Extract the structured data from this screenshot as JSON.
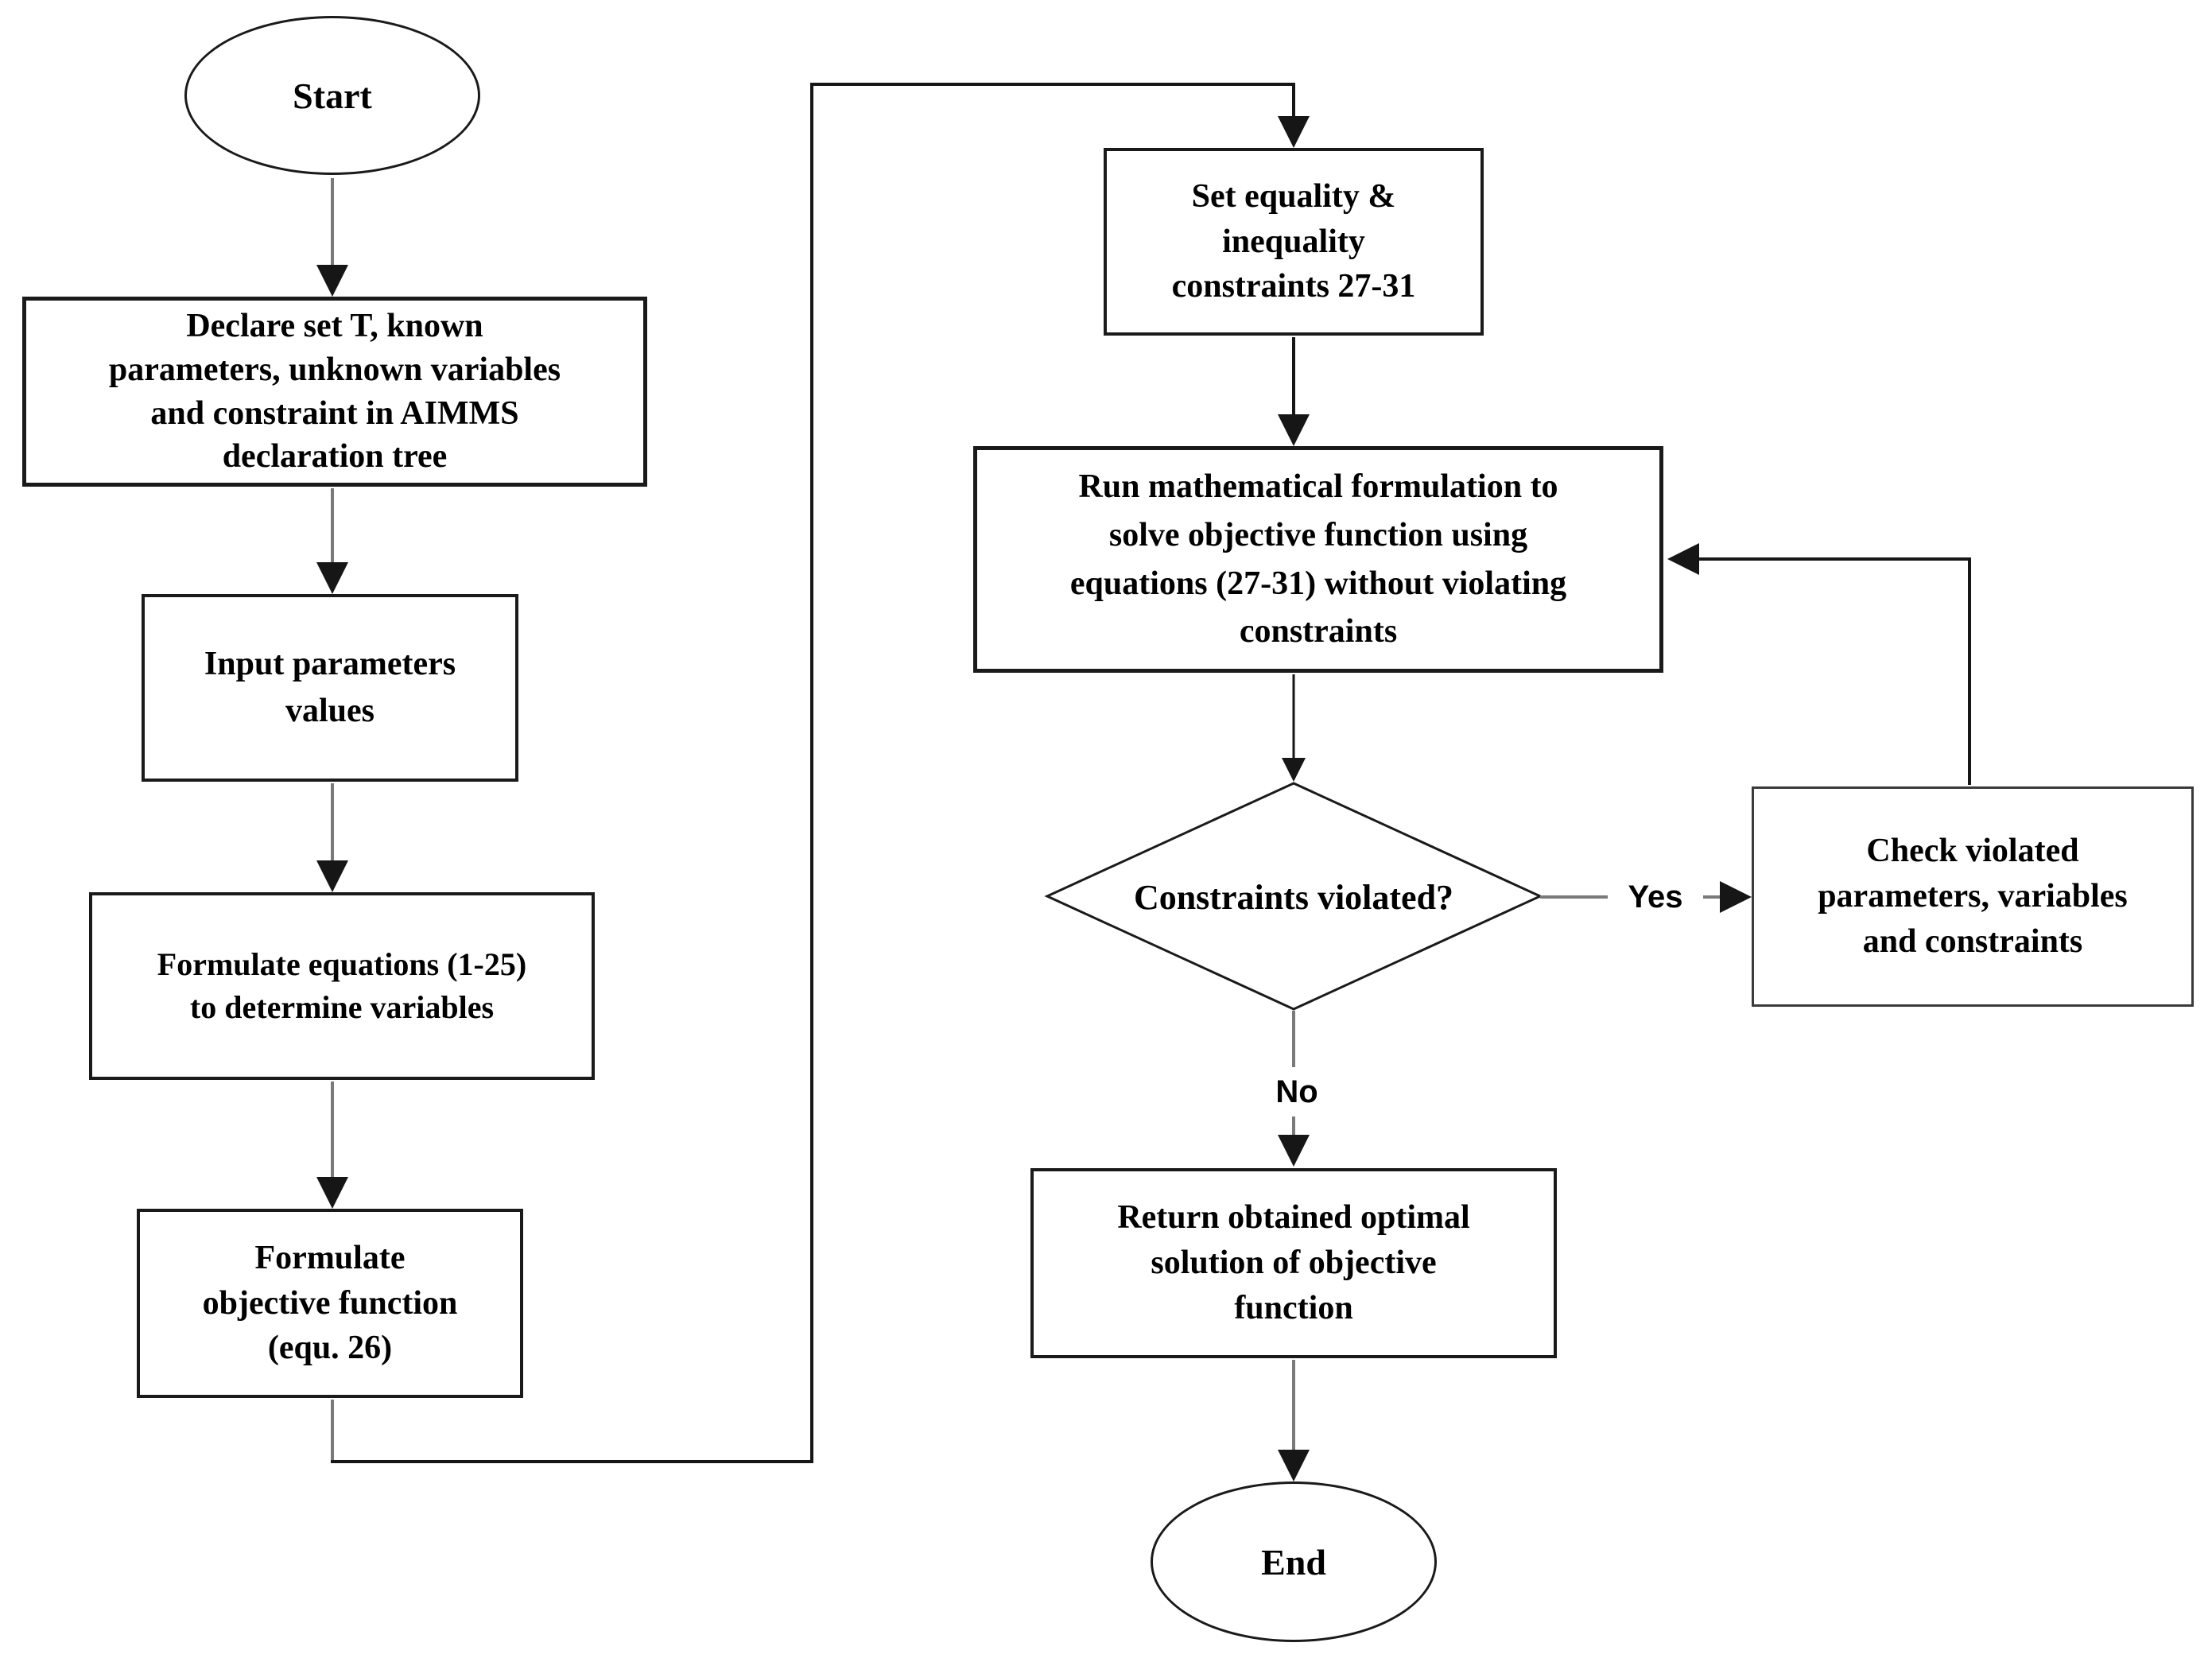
{
  "diagram": {
    "title_hint": "AIMMS optimization model flowchart",
    "colors": {
      "canvas_bg": "#ffffff",
      "node_fill": "#ffffff",
      "node_border": "#1a1a1a",
      "connector_gray": "#7a7a7a",
      "connector_black": "#161616",
      "text": "#000000"
    },
    "nodes": {
      "start": {
        "type": "terminator",
        "label": "Start"
      },
      "declare": {
        "type": "process",
        "label": "Declare set T, known\nparameters, unknown variables\nand constraint in AIMMS\ndeclaration tree"
      },
      "input": {
        "type": "process",
        "label": "Input parameters\nvalues"
      },
      "equations": {
        "type": "process",
        "label": "Formulate equations (1-25)\nto determine variables"
      },
      "objective": {
        "type": "process",
        "label": "Formulate\nobjective function\n(equ. 26)"
      },
      "set_constraints": {
        "type": "process",
        "label": "Set equality &\ninequality\nconstraints 27-31"
      },
      "run": {
        "type": "process",
        "label": "Run mathematical formulation to\nsolve objective function using\nequations (27-31) without violating\nconstraints"
      },
      "decision": {
        "type": "decision",
        "label": "Constraints violated?"
      },
      "check": {
        "type": "process",
        "label": "Check violated\nparameters, variables\nand constraints"
      },
      "return": {
        "type": "process",
        "label": "Return obtained optimal\nsolution of objective\nfunction"
      },
      "end": {
        "type": "terminator",
        "label": "End"
      }
    },
    "edge_labels": {
      "yes": "Yes",
      "no": "No"
    }
  }
}
